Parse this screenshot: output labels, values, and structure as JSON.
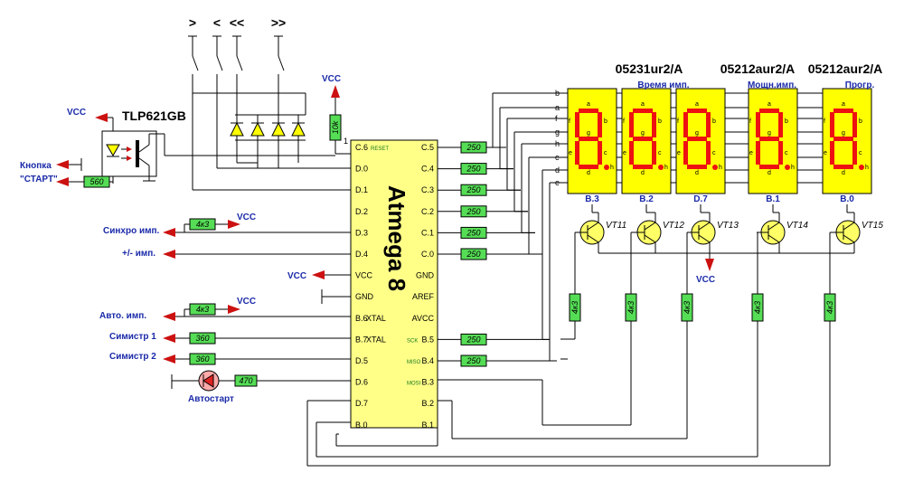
{
  "chip": {
    "name": "Atmega 8",
    "left_pins": [
      "C.6",
      "D.0",
      "D.1",
      "D.2",
      "D.3",
      "D.4",
      "VCC",
      "GND",
      "B.6",
      "B.7",
      "D.5",
      "D.6",
      "D.7",
      "B.0"
    ],
    "left_extra": {
      "C.6": "RESET",
      "B.6": "XTAL",
      "B.7": "XTAL"
    },
    "right_pins": [
      "C.5",
      "C.4",
      "C.3",
      "C.2",
      "C.1",
      "C.0",
      "GND",
      "AREF",
      "AVCC",
      "B.5",
      "B.4",
      "B.3",
      "B.2",
      "B.1"
    ],
    "right_extra": {
      "B.5": "SCK",
      "B.4": "MISO",
      "B.3": "MOSI"
    },
    "pin1": "1"
  },
  "optocoupler": "TLP621GB",
  "buttons": [
    ">",
    "<",
    "<<",
    ">>"
  ],
  "labels": {
    "vcc": "VCC",
    "start_btn": [
      "Кнопка",
      "\"СТАРТ\""
    ],
    "sync": "Синхро имп.",
    "plusminus": "+/- имп.",
    "auto": "Авто. имп.",
    "sim1": "Симистр 1",
    "sim2": "Симистр 2",
    "autostart": "Автостарт"
  },
  "resistors": {
    "r10k": "10k",
    "r560": "560",
    "r4k3": "4к3",
    "r360": "360",
    "r470": "470",
    "r250": "250"
  },
  "segment_letters": [
    "b",
    "a",
    "f",
    "g",
    "h",
    "c",
    "d",
    "e"
  ],
  "display_models": [
    "05231ur2/A",
    "05212aur2/A",
    "05212aur2/A"
  ],
  "display_captions": [
    "Время имп.",
    "Мощн.имп.",
    "Прогр."
  ],
  "digit_ports": [
    "B.3",
    "B.2",
    "D.7",
    "B.1",
    "B.0"
  ],
  "transistors": [
    "VT11",
    "VT12",
    "VT13",
    "VT14",
    "VT15"
  ],
  "seg_labels": {
    "a": "a",
    "b": "b",
    "f": "f",
    "e": "e",
    "c": "c",
    "d": "d",
    "g": "g",
    "h": "h"
  }
}
